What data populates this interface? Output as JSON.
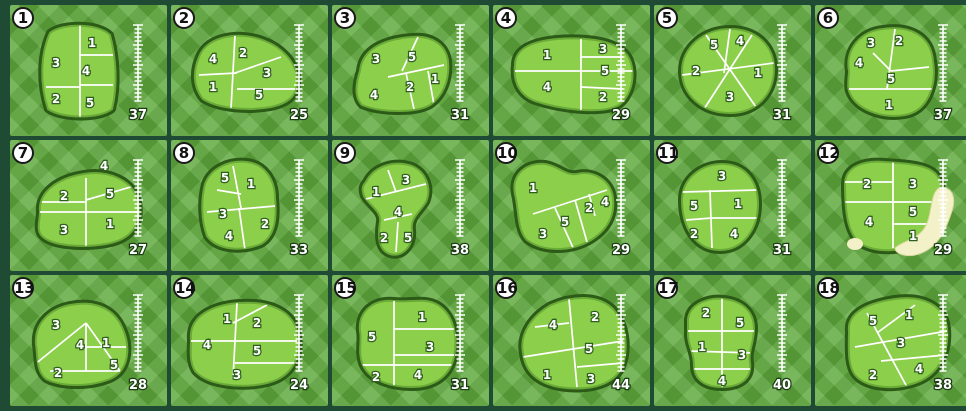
{
  "holes": [
    {
      "number": "1",
      "length": "37",
      "zones": [
        "1",
        "4",
        "3",
        "2",
        "5"
      ]
    },
    {
      "number": "2",
      "length": "25",
      "zones": [
        "4",
        "2",
        "3",
        "1",
        "5"
      ]
    },
    {
      "number": "3",
      "length": "31",
      "zones": [
        "3",
        "5",
        "1",
        "4",
        "2"
      ]
    },
    {
      "number": "4",
      "length": "29",
      "zones": [
        "1",
        "3",
        "4",
        "5",
        "2"
      ]
    },
    {
      "number": "5",
      "length": "31",
      "zones": [
        "5",
        "4",
        "2",
        "1",
        "3"
      ]
    },
    {
      "number": "6",
      "length": "37",
      "zones": [
        "3",
        "2",
        "4",
        "5",
        "1"
      ]
    },
    {
      "number": "7",
      "length": "27",
      "zones": [
        "4",
        "2",
        "5",
        "3",
        "1"
      ]
    },
    {
      "number": "8",
      "length": "33",
      "zones": [
        "5",
        "1",
        "3",
        "2",
        "4"
      ]
    },
    {
      "number": "9",
      "length": "38",
      "zones": [
        "1",
        "3",
        "4",
        "2",
        "5"
      ]
    },
    {
      "number": "10",
      "length": "29",
      "zones": [
        "1",
        "4",
        "2",
        "5",
        "3"
      ]
    },
    {
      "number": "11",
      "length": "31",
      "zones": [
        "3",
        "5",
        "1",
        "2",
        "4"
      ]
    },
    {
      "number": "12",
      "length": "29",
      "zones": [
        "2",
        "3",
        "4",
        "5",
        "1"
      ]
    },
    {
      "number": "13",
      "length": "28",
      "zones": [
        "3",
        "4",
        "1",
        "2",
        "5"
      ]
    },
    {
      "number": "14",
      "length": "24",
      "zones": [
        "1",
        "2",
        "4",
        "5",
        "3"
      ]
    },
    {
      "number": "15",
      "length": "31",
      "zones": [
        "1",
        "5",
        "3",
        "2",
        "4"
      ]
    },
    {
      "number": "16",
      "length": "44",
      "zones": [
        "4",
        "2",
        "5",
        "1",
        "3"
      ]
    },
    {
      "number": "17",
      "length": "40",
      "zones": [
        "2",
        "5",
        "1",
        "3",
        "4"
      ]
    },
    {
      "number": "18",
      "length": "38",
      "zones": [
        "5",
        "1",
        "3",
        "2",
        "4"
      ]
    }
  ],
  "colors": {
    "grass": "#5da83c",
    "green": "#8ccf4a",
    "green_edge": "#3d7a1f",
    "bunker": "#f3f1c8",
    "board": "#1f4a33"
  }
}
